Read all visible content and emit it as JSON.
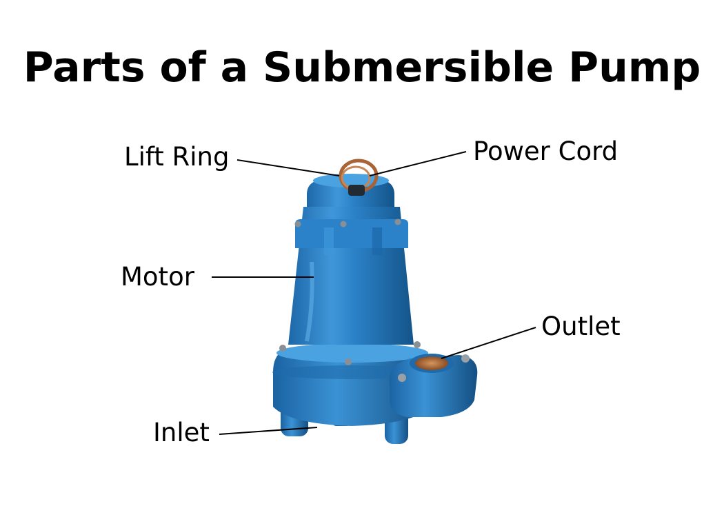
{
  "title": "Parts of a Submersible Pump",
  "labels": {
    "lift_ring": "Lift Ring",
    "power_cord": "Power Cord",
    "motor": "Motor",
    "outlet": "Outlet",
    "inlet": "Inlet"
  },
  "colors": {
    "pump_body": "#2a7fc4",
    "pump_highlight": "#5fb0e8",
    "pump_shadow": "#175a94",
    "copper": "#b06a3a",
    "text": "#000000",
    "leader_line": "#000000"
  }
}
